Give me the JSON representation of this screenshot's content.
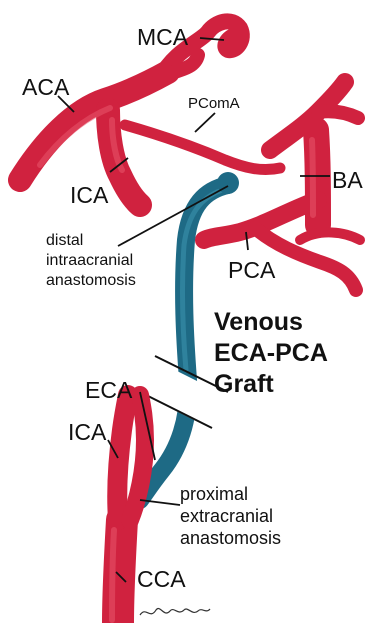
{
  "labels": {
    "mca": "MCA",
    "aca": "ACA",
    "pcoma": "PComA",
    "ica_upper": "ICA",
    "ba": "BA",
    "distal_line1": "distal",
    "distal_line2": "intraacranial",
    "distal_line3": "anastomosis",
    "pca": "PCA",
    "graft_line1": "Venous",
    "graft_line2": "ECA-PCA",
    "graft_line3": "Graft",
    "eca": "ECA",
    "ica_lower": "ICA",
    "proximal_line1": "proximal",
    "proximal_line2": "extracranial",
    "proximal_line3": "anastomosis",
    "cca": "CCA",
    "signature": "Chellman"
  },
  "colors": {
    "artery": "#d0223f",
    "vein_graft": "#1e6a85",
    "background": "#ffffff"
  }
}
